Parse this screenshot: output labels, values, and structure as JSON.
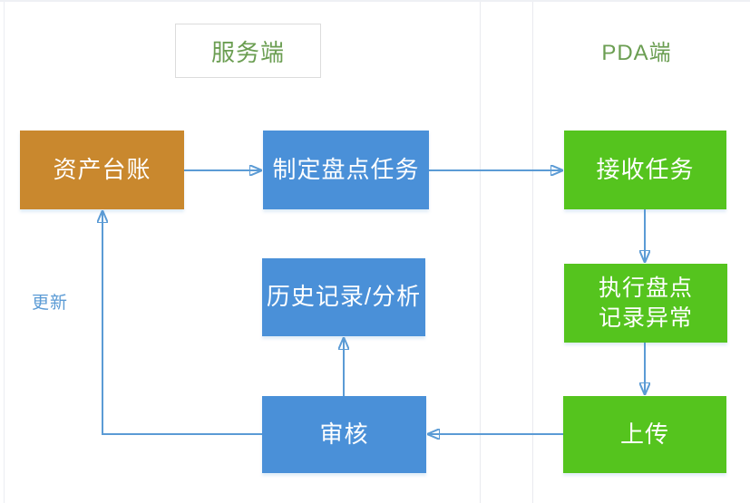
{
  "header": {
    "server_lane_label": "服务端",
    "pda_lane_label": "PDA端"
  },
  "nodes": {
    "asset_ledger": {
      "label": "资产台账",
      "color": "#c9882e"
    },
    "create_task": {
      "label": "制定盘点任务",
      "color": "#4a90d8"
    },
    "receive_task": {
      "label": "接收任务",
      "color": "#55c41e"
    },
    "history_analysis": {
      "label": "历史记录/分析",
      "color": "#4a90d8"
    },
    "execute_inventory": {
      "label": "执行盘点\n记录异常",
      "color": "#55c41e"
    },
    "audit": {
      "label": "审核",
      "color": "#4a90d8"
    },
    "upload": {
      "label": "上传",
      "color": "#55c41e"
    }
  },
  "edges": {
    "update_label": "更新"
  },
  "colors": {
    "node_blue": "#4a90d8",
    "node_green": "#55c41e",
    "node_orange": "#c9882e",
    "arrow": "#5b9bd5",
    "lane_title_text": "#6b9e52",
    "lane_divider": "#e9eaef"
  }
}
